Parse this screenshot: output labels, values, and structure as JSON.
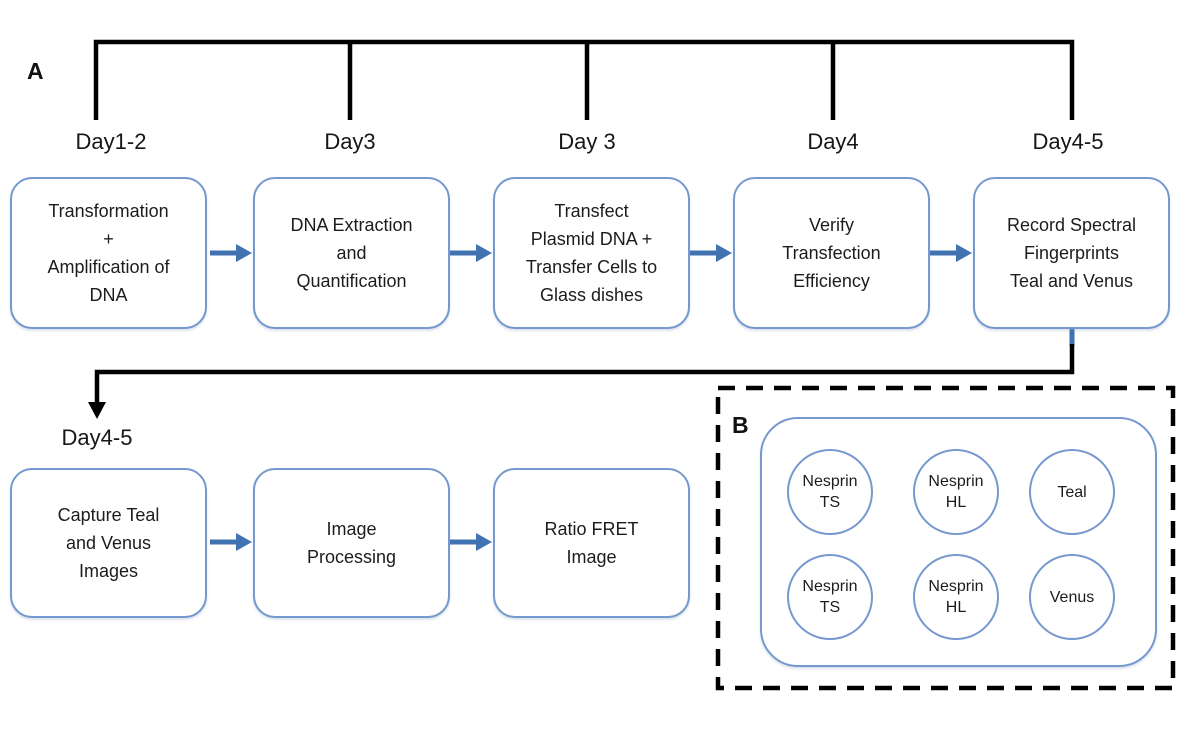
{
  "panel_a": {
    "label": "A",
    "timeline": [
      {
        "day": "Day1-2",
        "step": "Transformation\n+\nAmplification of\nDNA"
      },
      {
        "day": "Day3",
        "step": "DNA Extraction\nand\nQuantification"
      },
      {
        "day": "Day 3",
        "step": "Transfect\nPlasmid DNA +\nTransfer Cells to\nGlass dishes"
      },
      {
        "day": "Day4",
        "step": "Verify\nTransfection\nEfficiency"
      },
      {
        "day": "Day4-5",
        "step": "Record Spectral\nFingerprints\nTeal and Venus"
      }
    ],
    "row2": {
      "day": "Day4-5",
      "steps": [
        "Capture Teal\nand Venus\nImages",
        "Image\nProcessing",
        "Ratio FRET\nImage"
      ]
    }
  },
  "panel_b": {
    "label": "B",
    "circles": [
      "Nesprin\nTS",
      "Nesprin\nHL",
      "Teal",
      "Nesprin\nTS",
      "Nesprin\nHL",
      "Venus"
    ]
  },
  "colors": {
    "box_border": "#7598cf",
    "arrow_blue": "#4173b3",
    "line_black": "#000000"
  }
}
